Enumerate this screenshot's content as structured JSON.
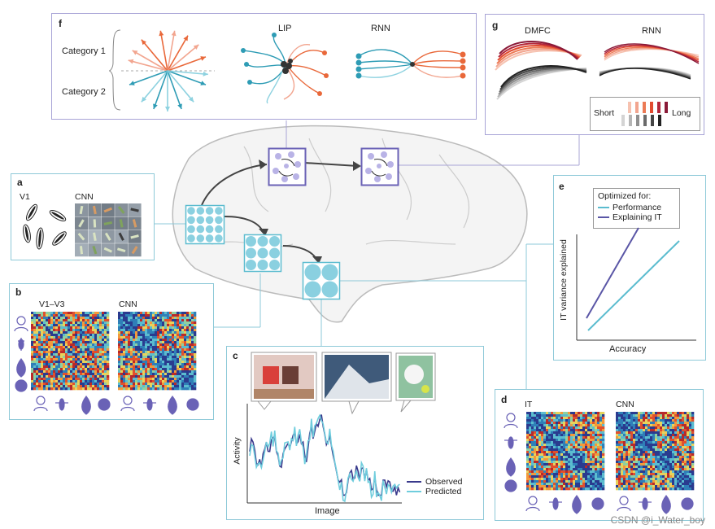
{
  "panels": {
    "a": {
      "letter": "a",
      "v1": "V1",
      "cnn": "CNN"
    },
    "b": {
      "letter": "b",
      "left": "V1–V3",
      "right": "CNN"
    },
    "c": {
      "letter": "c",
      "ylabel": "Activity",
      "xlabel": "Image",
      "legend": [
        "Observed",
        "Predicted"
      ]
    },
    "d": {
      "letter": "d",
      "left": "IT",
      "right": "CNN"
    },
    "e": {
      "letter": "e",
      "legend_title": "Optimized for:",
      "legend": [
        "Performance",
        "Explaining IT"
      ],
      "ylabel": "IT variance explained",
      "xlabel": "Accuracy"
    },
    "f": {
      "letter": "f",
      "cat1": "Category 1",
      "cat2": "Category 2",
      "lip": "LIP",
      "rnn": "RNN"
    },
    "g": {
      "letter": "g",
      "dmfc": "DMFC",
      "rnn": "RNN",
      "short": "Short",
      "long": "Long"
    }
  },
  "colors": {
    "teal": "#5bbccf",
    "purple": "#5a56a6",
    "orange": "#e9683a",
    "pink": "#f2a58f",
    "grey": "#555"
  },
  "watermark": "CSDN @i_Water_boy"
}
